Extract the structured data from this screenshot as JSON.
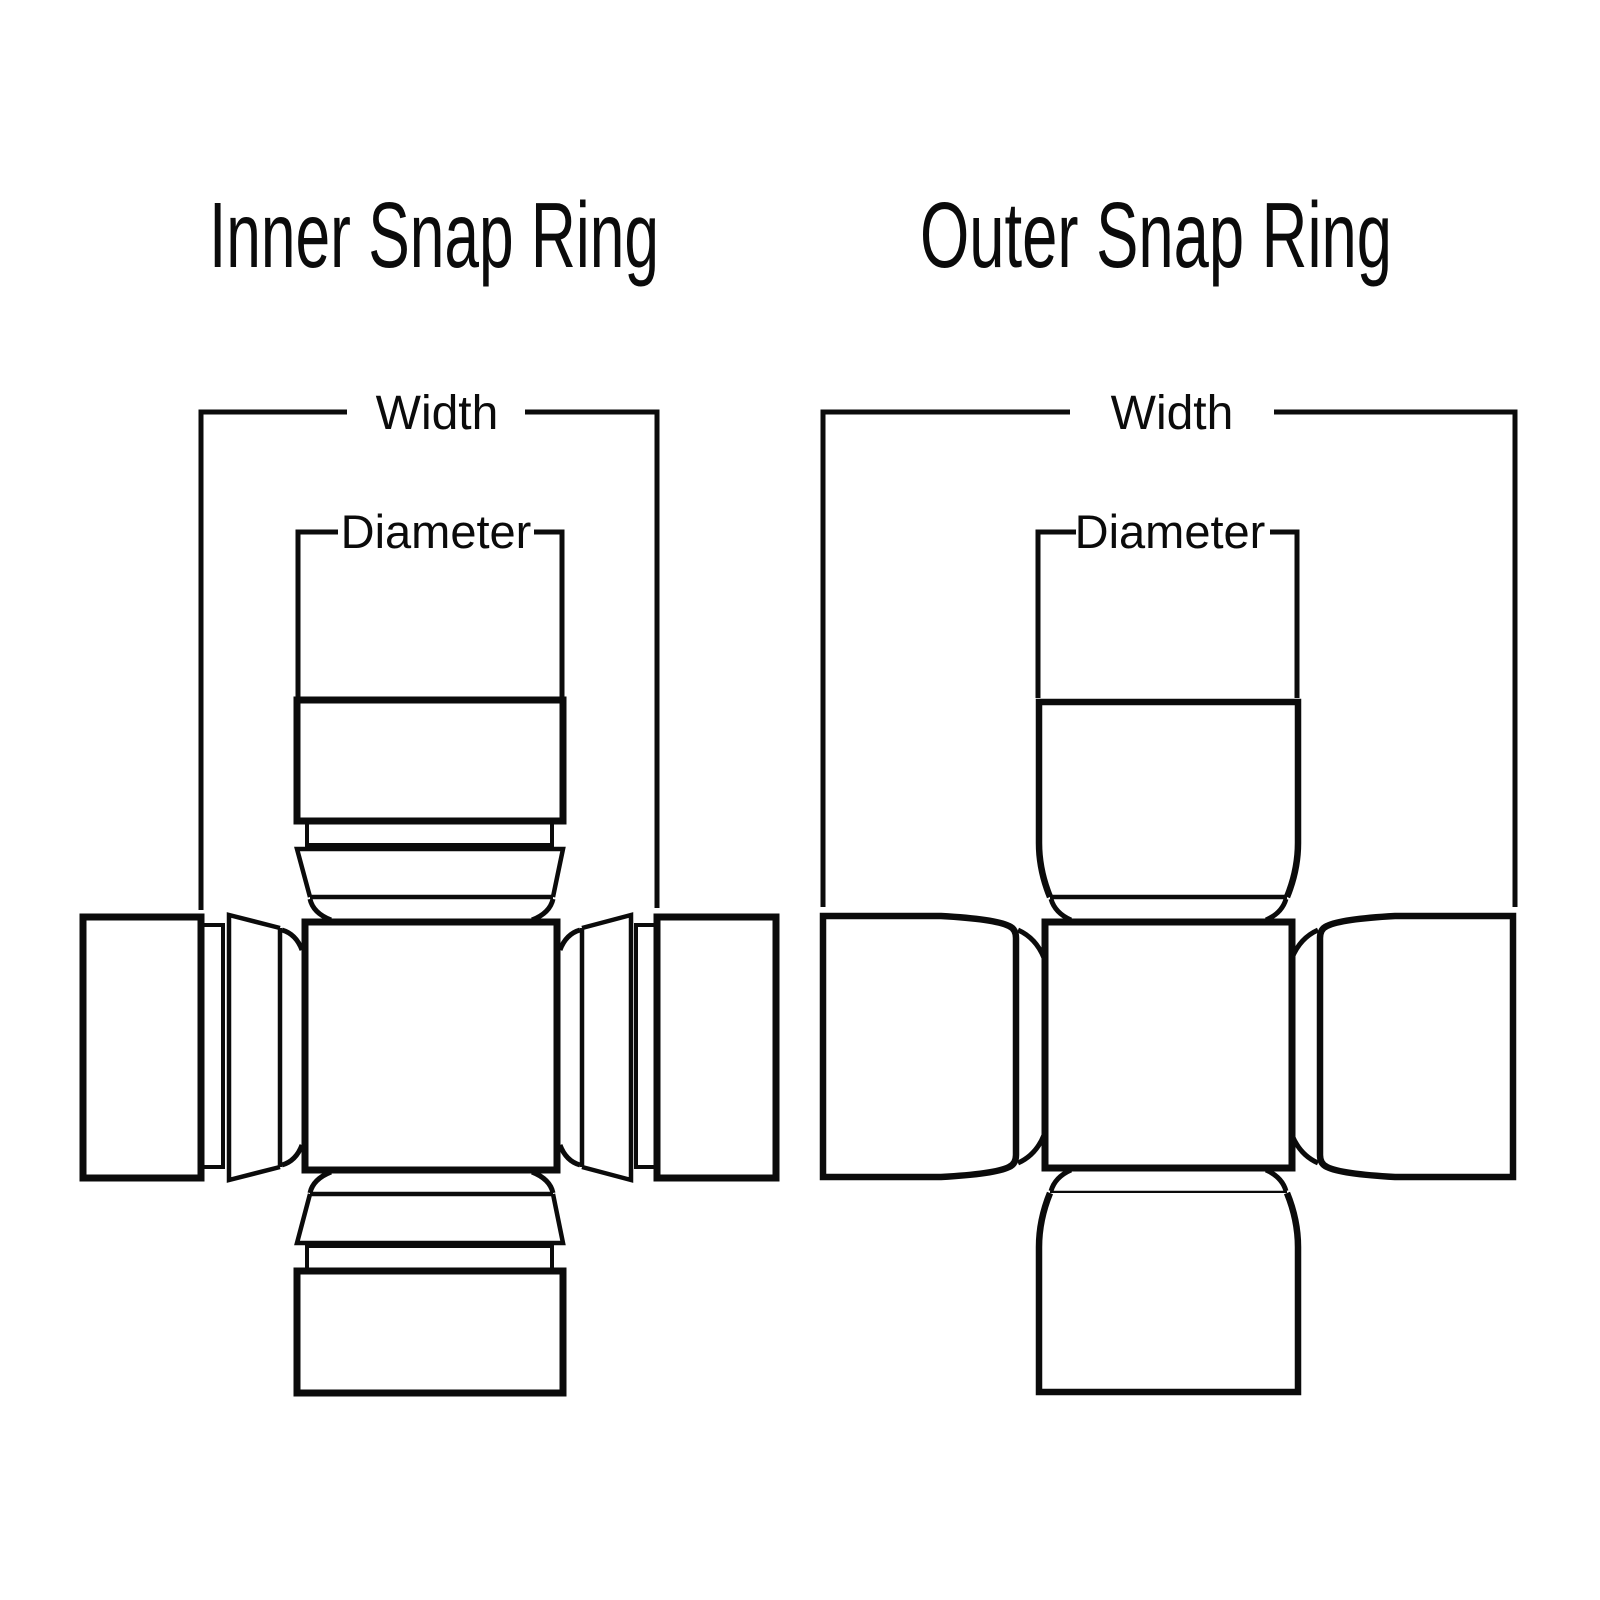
{
  "page": {
    "background": "#ffffff",
    "line_color": "#0b0b0b"
  },
  "diagrams": [
    {
      "id": "inner",
      "title": "Inner Snap Ring",
      "width_label": "Width",
      "diameter_label": "Diameter"
    },
    {
      "id": "outer",
      "title": "Outer Snap Ring",
      "width_label": "Width",
      "diameter_label": "Diameter"
    }
  ]
}
